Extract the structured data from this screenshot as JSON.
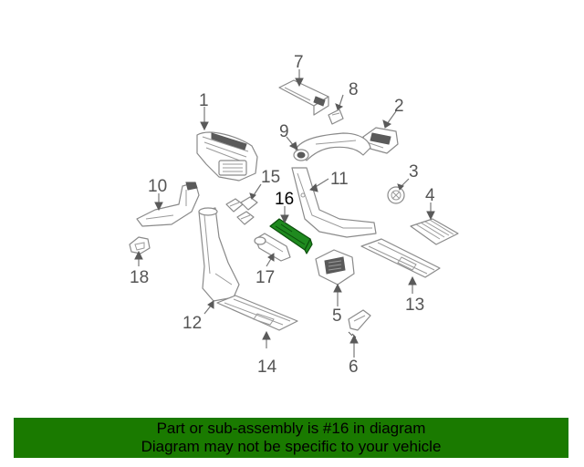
{
  "colors": {
    "banner_bg": "#1a7a00",
    "highlight_part": "#1f8a1f",
    "line_art": "#8a8a8a",
    "label_text": "#555555"
  },
  "labels": {
    "p1": "1",
    "p2": "2",
    "p3": "3",
    "p4": "4",
    "p5": "5",
    "p6": "6",
    "p7": "7",
    "p8": "8",
    "p9": "9",
    "p10": "10",
    "p11": "11",
    "p12": "12",
    "p13": "13",
    "p14": "14",
    "p15": "15",
    "p16": "16",
    "p17": "17",
    "p18": "18"
  },
  "highlighted_part": "16",
  "banner": {
    "line1": "Part or sub-assembly is #16 in diagram",
    "line2": "Diagram may not be specific to your vehicle"
  }
}
